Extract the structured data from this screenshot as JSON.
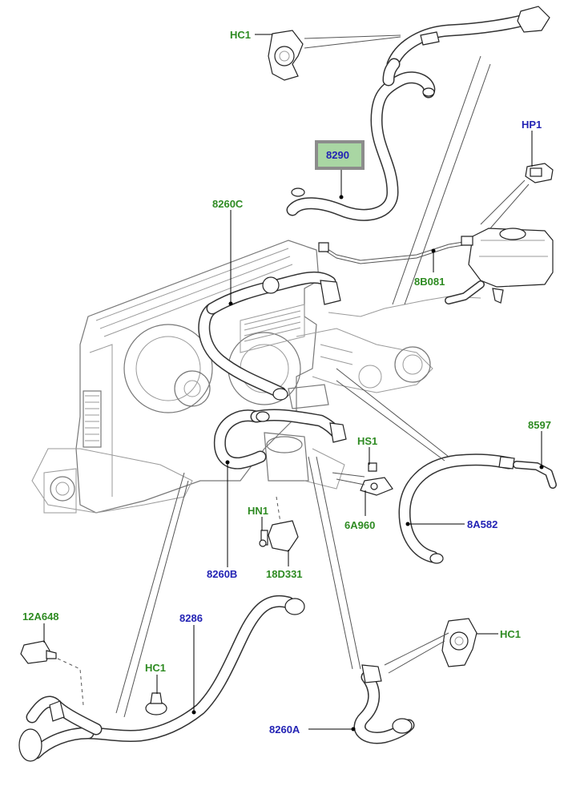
{
  "diagram": {
    "labels": [
      {
        "id": "hc1-top",
        "text": "HC1",
        "color": "green"
      },
      {
        "id": "8290",
        "text": "8290",
        "color": "blue",
        "highlight": true
      },
      {
        "id": "hp1",
        "text": "HP1",
        "color": "blue"
      },
      {
        "id": "8260c",
        "text": "8260C",
        "color": "green"
      },
      {
        "id": "8b081",
        "text": "8B081",
        "color": "green"
      },
      {
        "id": "8597",
        "text": "8597",
        "color": "green"
      },
      {
        "id": "hs1",
        "text": "HS1",
        "color": "green"
      },
      {
        "id": "6a960",
        "text": "6A960",
        "color": "green"
      },
      {
        "id": "8a582",
        "text": "8A582",
        "color": "blue"
      },
      {
        "id": "hn1",
        "text": "HN1",
        "color": "green"
      },
      {
        "id": "8260b",
        "text": "8260B",
        "color": "blue"
      },
      {
        "id": "18d331",
        "text": "18D331",
        "color": "green"
      },
      {
        "id": "12a648",
        "text": "12A648",
        "color": "green"
      },
      {
        "id": "8286",
        "text": "8286",
        "color": "blue"
      },
      {
        "id": "hc1-left",
        "text": "HC1",
        "color": "green"
      },
      {
        "id": "hc1-right",
        "text": "HC1",
        "color": "green"
      },
      {
        "id": "8260a",
        "text": "8260A",
        "color": "blue"
      }
    ],
    "colors": {
      "green_label": "#2e8b22",
      "blue_label": "#2323b4",
      "highlight_fill": "#a9d6a3",
      "highlight_border": "#8c8c8c"
    }
  }
}
